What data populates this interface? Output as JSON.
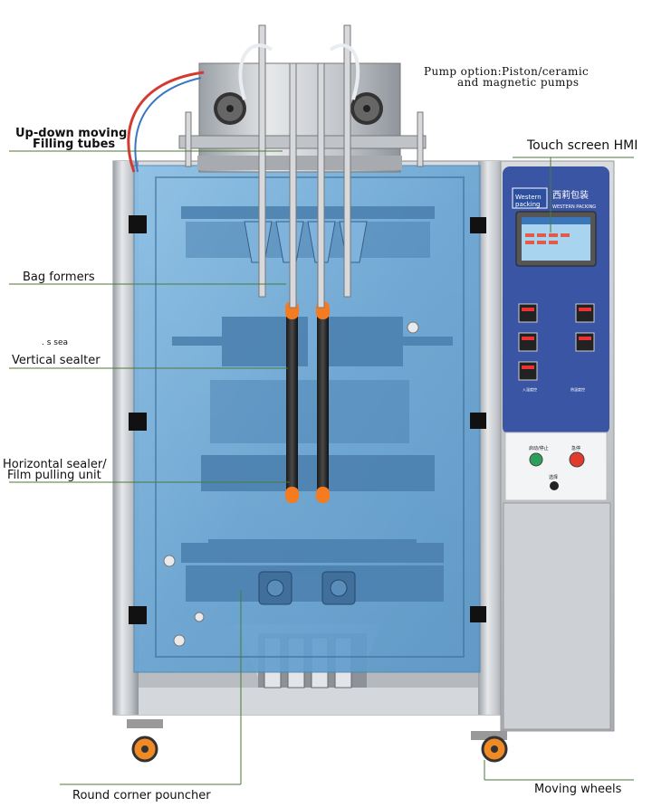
{
  "annotations": {
    "pump_option_line1": "Pump option:Piston/ceramic",
    "pump_option_line2": "and magnetic pumps",
    "filling_tubes_line1": "Up-down moving",
    "filling_tubes_line2": "Filling tubes",
    "touch_screen": "Touch screen HMI",
    "bag_formers": "Bag formers",
    "partial_label": ". s sea",
    "vertical_sealer": "Vertical sealter",
    "horizontal_sealer_line1": "Horizontal sealer/",
    "horizontal_sealer_line2": "Film pulling unit",
    "round_corner": "Round corner pouncher",
    "moving_wheels": "Moving wheels"
  },
  "brand": {
    "logo_line1": "Western",
    "logo_line2": "packing",
    "name_cn": "西莉包装",
    "name_en": "WESTERN PACKING"
  },
  "control_panel": {
    "temp_label_left": "入温度控",
    "temp_label_right": "热温度控",
    "start_label": "启动/停止",
    "stop_label": "急停",
    "switch_label": "选择"
  },
  "colors": {
    "frame": "#c9ccd1",
    "glass": "#6fa9d6",
    "panel_blue": "#3d56a6",
    "pointer_line": "#4a7a3a",
    "handle_orange": "#f47b20",
    "wheel_orange": "#f08a24",
    "tube_red": "#d43a30"
  },
  "icons": {
    "pointer": "label-pointer-line",
    "fan": "cooling-fan-icon",
    "wheel": "caster-wheel-icon"
  }
}
